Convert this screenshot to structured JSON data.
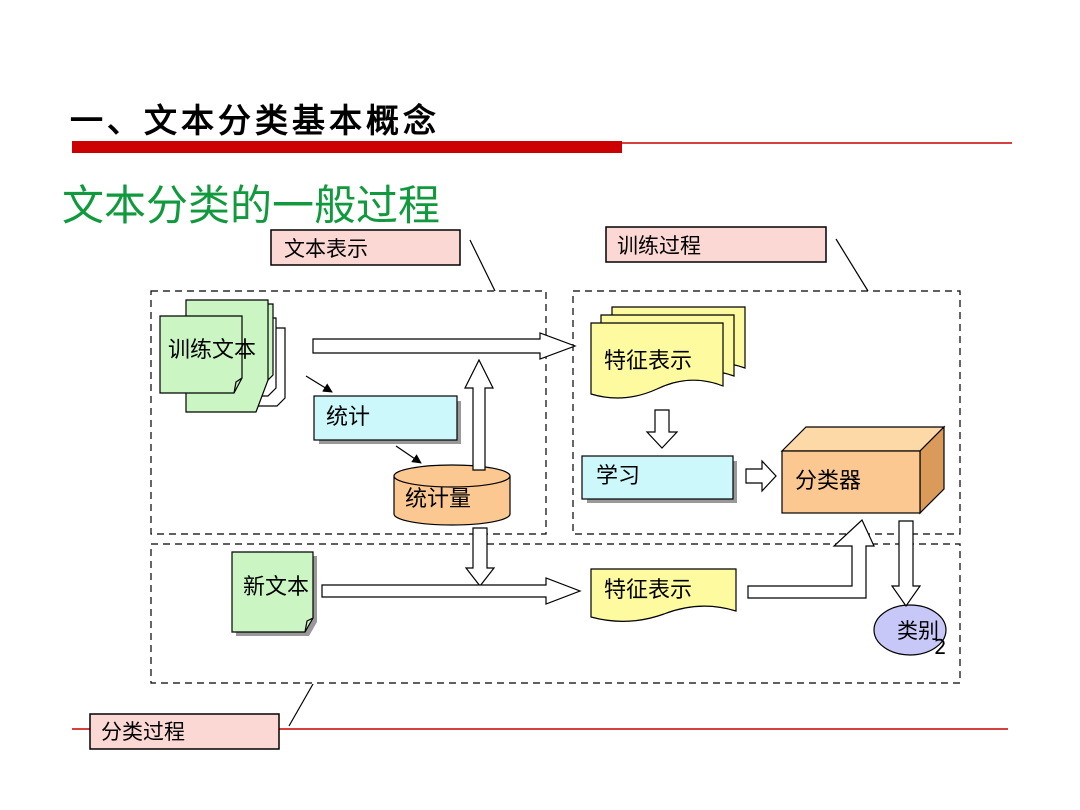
{
  "slide": {
    "title": "一、文本分类基本概念",
    "subtitle": "文本分类的一般过程"
  },
  "diagram": {
    "section_labels": {
      "text_representation": "文本表示",
      "training_process": "训练过程",
      "classification_process": "分类过程"
    },
    "nodes": {
      "training_text": "训练文本",
      "statistics": "统计",
      "statistic_quantity": "统计量",
      "feature_repr_training": "特征表示",
      "learning": "学习",
      "classifier": "分类器",
      "new_text": "新文本",
      "feature_repr_classify": "特征表示",
      "category": "类别"
    },
    "page_number": "2"
  },
  "colors": {
    "title_red_bar": "#cc0000",
    "subtitle_green": "#119a3d",
    "label_box_fill": "#fcd8d4",
    "document_green": "#ccf5c4",
    "box_cyan": "#ccf8fb",
    "feature_yellow": "#fdfaa0",
    "orange_fill": "#fcc892",
    "ellipse_lavender": "#c8c8f8"
  }
}
